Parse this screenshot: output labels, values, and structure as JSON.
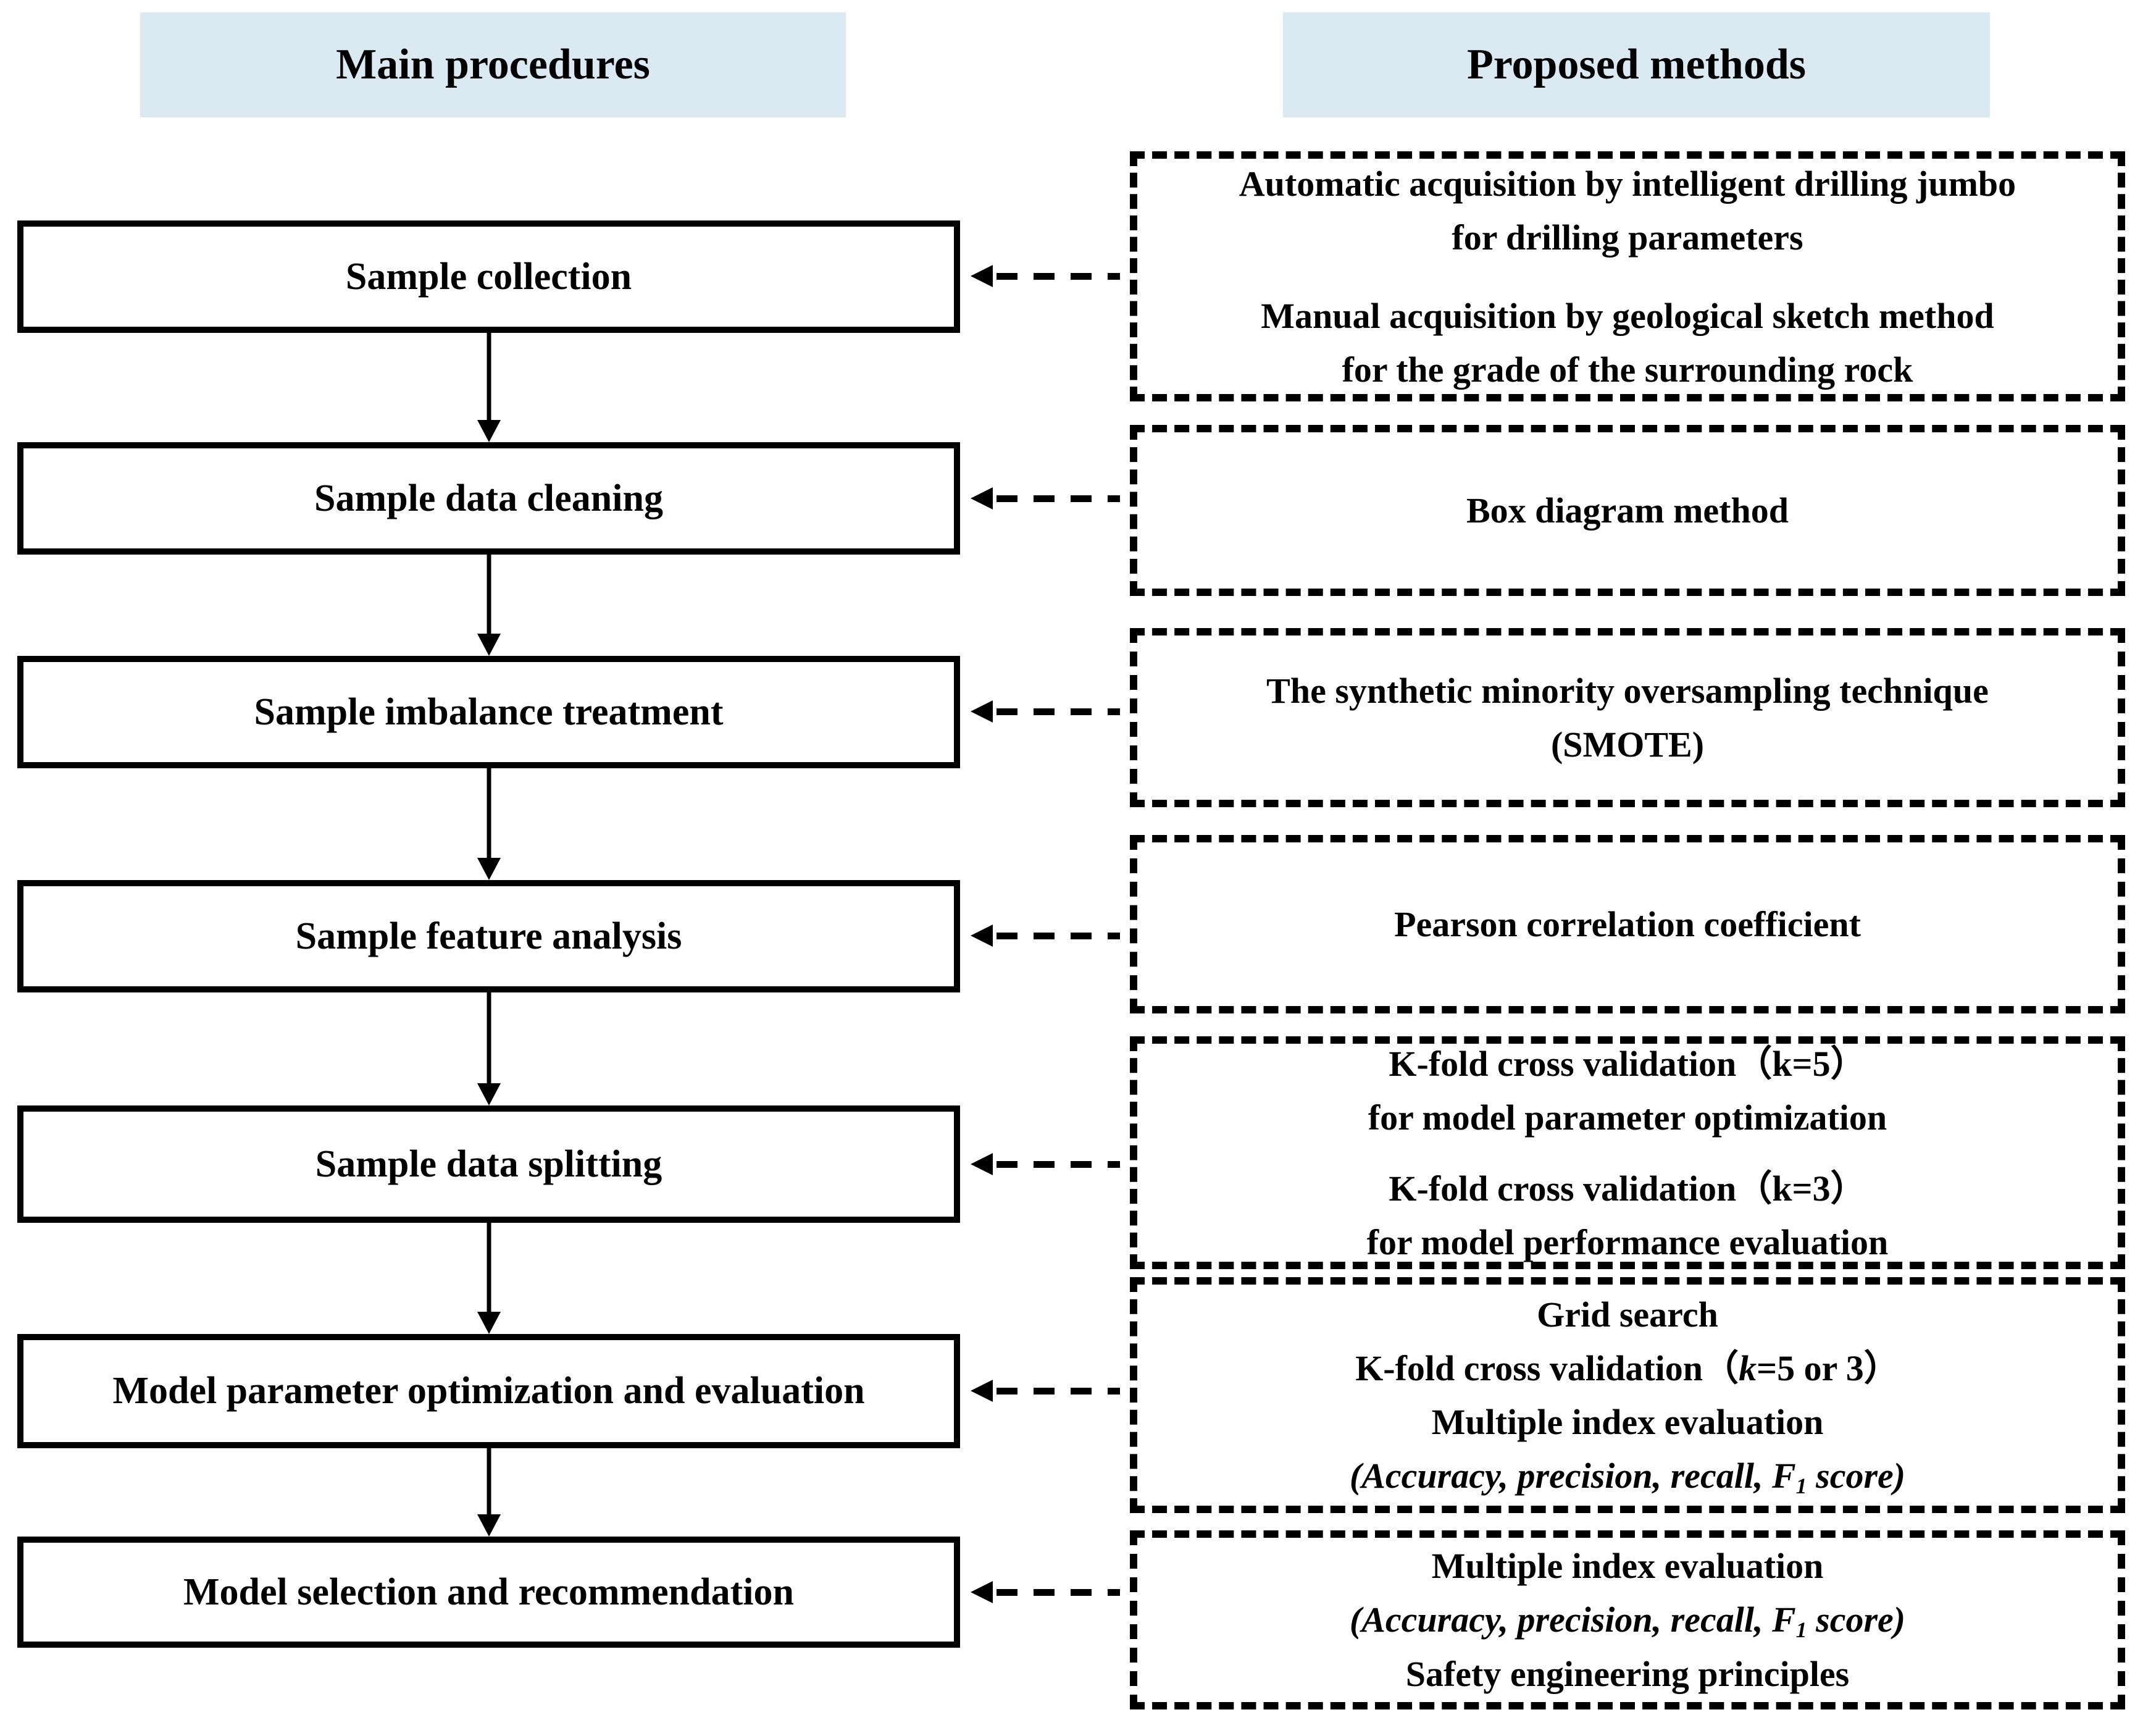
{
  "headers": {
    "left": "Main procedures",
    "right": "Proposed methods"
  },
  "colors": {
    "header_bg": "#dbeaf2",
    "line_color": "#000000",
    "box_bg": "#ffffff"
  },
  "procedures": [
    "Sample collection",
    "Sample data cleaning",
    "Sample imbalance treatment",
    "Sample feature analysis",
    "Sample data splitting",
    "Model parameter optimization and evaluation",
    "Model selection and recommendation"
  ],
  "methods": {
    "m1": {
      "l1": "Automatic acquisition by intelligent drilling jumbo",
      "l2": "for drilling parameters",
      "l3": "Manual acquisition by  geological sketch method",
      "l4": "for the grade of the surrounding  rock"
    },
    "m2": {
      "l1": "Box diagram method"
    },
    "m3": {
      "l1": "The synthetic minority oversampling technique",
      "l2": "(SMOTE)"
    },
    "m4": {
      "l1": "Pearson correlation coefficient"
    },
    "m5": {
      "l1": "K-fold cross validation（k=5）",
      "l2": "for model parameter optimization",
      "l3": "K-fold cross validation（k=3）",
      "l4": "for model performance evaluation"
    },
    "m6": {
      "l1": "Grid search",
      "l2_pre": "K-fold cross validation（",
      "l2_k": "k",
      "l2_post": "=5 or 3）",
      "l3": "Multiple index evaluation",
      "l4_pre": "(Accuracy, precision, recall, F",
      "l4_sub": "1",
      "l4_post": " score)"
    },
    "m7": {
      "l1": "Multiple index evaluation",
      "l2_pre": "(Accuracy, precision, recall, F",
      "l2_sub": "1",
      "l2_post": " score)",
      "l3": "Safety engineering principles"
    }
  }
}
